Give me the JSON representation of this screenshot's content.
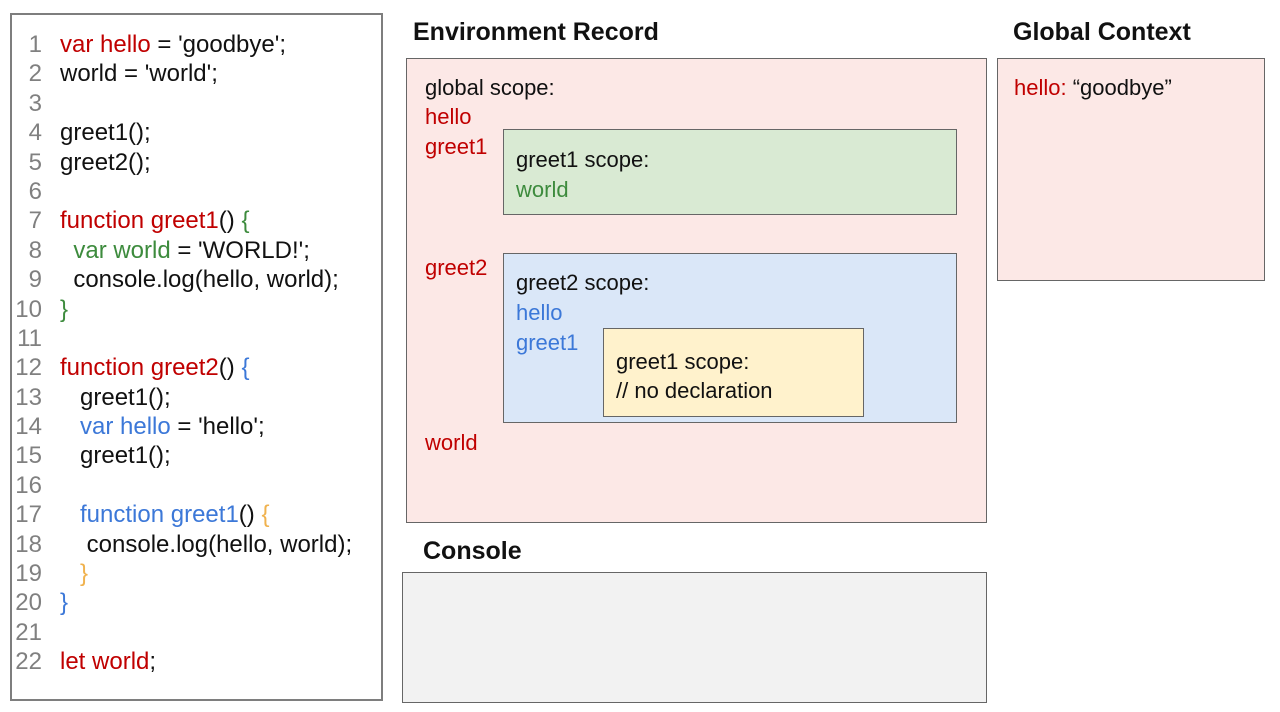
{
  "colors": {
    "ink": "#111111",
    "red": "#c00000",
    "green": "#3d8b3d",
    "blue": "#3c78d8",
    "orange": "#f0b24e",
    "gutter": "#808080",
    "pink_fill": "#fce8e6",
    "green_fill": "#d9ead3",
    "blue_fill": "#dae7f8",
    "yellow_fill": "#fff2cc",
    "console_fill": "#f2f2f2",
    "box_border": "#666666"
  },
  "code": {
    "lines": [
      {
        "num": "1",
        "segments": [
          {
            "t": "var hello",
            "c": "red"
          },
          {
            "t": " = 'goodbye';",
            "c": "ink"
          }
        ]
      },
      {
        "num": "2",
        "segments": [
          {
            "t": "world = 'world';",
            "c": "ink"
          }
        ]
      },
      {
        "num": "3",
        "segments": []
      },
      {
        "num": "4",
        "segments": [
          {
            "t": "greet1();",
            "c": "ink"
          }
        ]
      },
      {
        "num": "5",
        "segments": [
          {
            "t": "greet2();",
            "c": "ink"
          }
        ]
      },
      {
        "num": "6",
        "segments": []
      },
      {
        "num": "7",
        "segments": [
          {
            "t": "function greet1",
            "c": "red"
          },
          {
            "t": "() ",
            "c": "ink"
          },
          {
            "t": "{",
            "c": "green"
          }
        ]
      },
      {
        "num": "8",
        "segments": [
          {
            "t": "  ",
            "c": "ink"
          },
          {
            "t": "var world",
            "c": "green"
          },
          {
            "t": " = 'WORLD!';",
            "c": "ink"
          }
        ]
      },
      {
        "num": "9",
        "segments": [
          {
            "t": "  console.log(hello, world);",
            "c": "ink"
          }
        ]
      },
      {
        "num": "10",
        "segments": [
          {
            "t": "}",
            "c": "green"
          }
        ]
      },
      {
        "num": "11",
        "segments": []
      },
      {
        "num": "12",
        "segments": [
          {
            "t": "function greet2",
            "c": "red"
          },
          {
            "t": "() ",
            "c": "ink"
          },
          {
            "t": "{",
            "c": "blue"
          }
        ]
      },
      {
        "num": "13",
        "segments": [
          {
            "t": "   greet1();",
            "c": "ink"
          }
        ]
      },
      {
        "num": "14",
        "segments": [
          {
            "t": "   ",
            "c": "ink"
          },
          {
            "t": "var hello",
            "c": "blue"
          },
          {
            "t": " = 'hello';",
            "c": "ink"
          }
        ]
      },
      {
        "num": "15",
        "segments": [
          {
            "t": "   greet1();",
            "c": "ink"
          }
        ]
      },
      {
        "num": "16",
        "segments": []
      },
      {
        "num": "17",
        "segments": [
          {
            "t": "   ",
            "c": "ink"
          },
          {
            "t": "function greet1",
            "c": "blue"
          },
          {
            "t": "() ",
            "c": "ink"
          },
          {
            "t": "{",
            "c": "orange"
          }
        ]
      },
      {
        "num": "18",
        "segments": [
          {
            "t": "    console.log(hello, world);",
            "c": "ink"
          }
        ]
      },
      {
        "num": "19",
        "segments": [
          {
            "t": "   ",
            "c": "ink"
          },
          {
            "t": "}",
            "c": "orange"
          }
        ]
      },
      {
        "num": "20",
        "segments": [
          {
            "t": "}",
            "c": "blue"
          }
        ]
      },
      {
        "num": "21",
        "segments": []
      },
      {
        "num": "22",
        "segments": [
          {
            "t": "let world",
            "c": "red"
          },
          {
            "t": ";",
            "c": "ink"
          }
        ]
      }
    ]
  },
  "env": {
    "title": "Environment Record",
    "scope_label": "global scope:",
    "var_hello": "hello",
    "var_greet1": "greet1",
    "var_greet2": "greet2",
    "var_world": "world",
    "greet1_scope": {
      "label": "greet1 scope:",
      "var_world": "world"
    },
    "greet2_scope": {
      "label": "greet2 scope:",
      "var_hello": "hello",
      "var_greet1": "greet1",
      "inner": {
        "label": "greet1 scope:",
        "comment": "// no declaration"
      }
    }
  },
  "global_context": {
    "title": "Global Context",
    "entry_key": "hello:",
    "entry_value": "“goodbye”"
  },
  "console": {
    "title": "Console"
  }
}
